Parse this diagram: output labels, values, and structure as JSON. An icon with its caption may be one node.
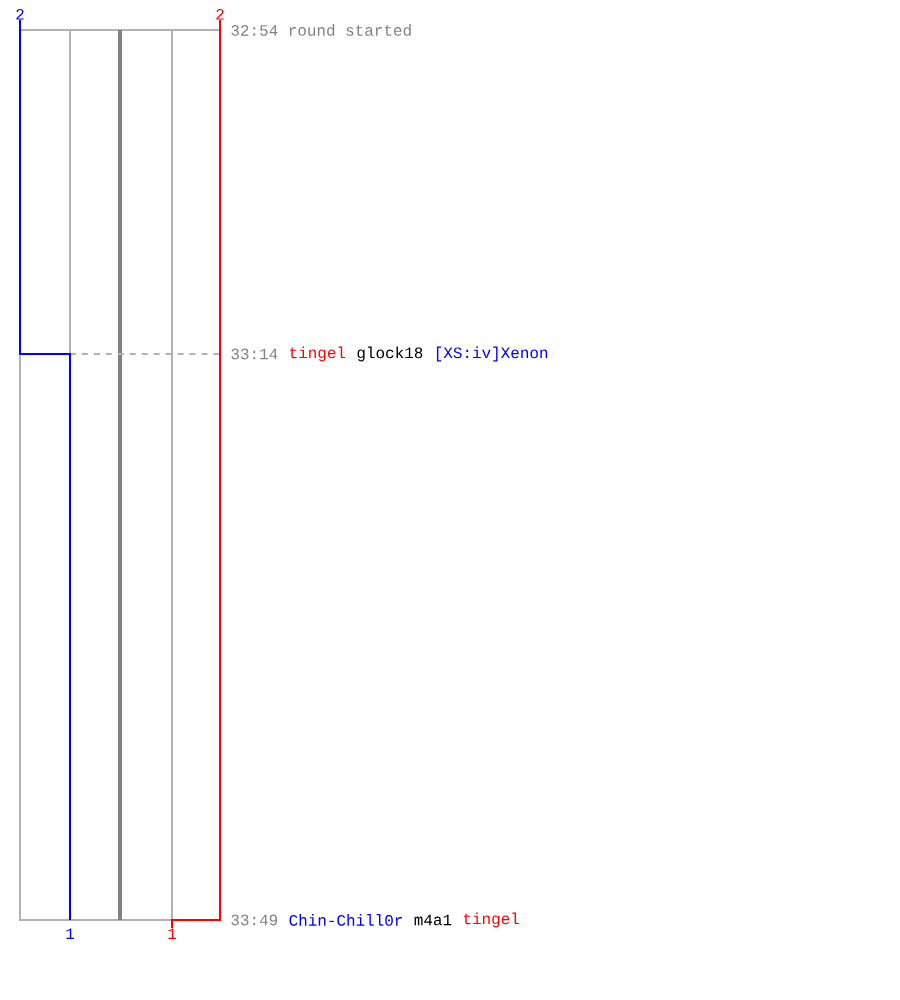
{
  "diagram": {
    "labels": [
      "2",
      "2",
      "32:54 round started",
      "33:14",
      "tingel",
      "glock18",
      "[XS:iv]Xenon",
      "33:49",
      "Chin-Chill0r",
      "m4a1",
      "tingel",
      "1",
      "1"
    ]
  }
}
